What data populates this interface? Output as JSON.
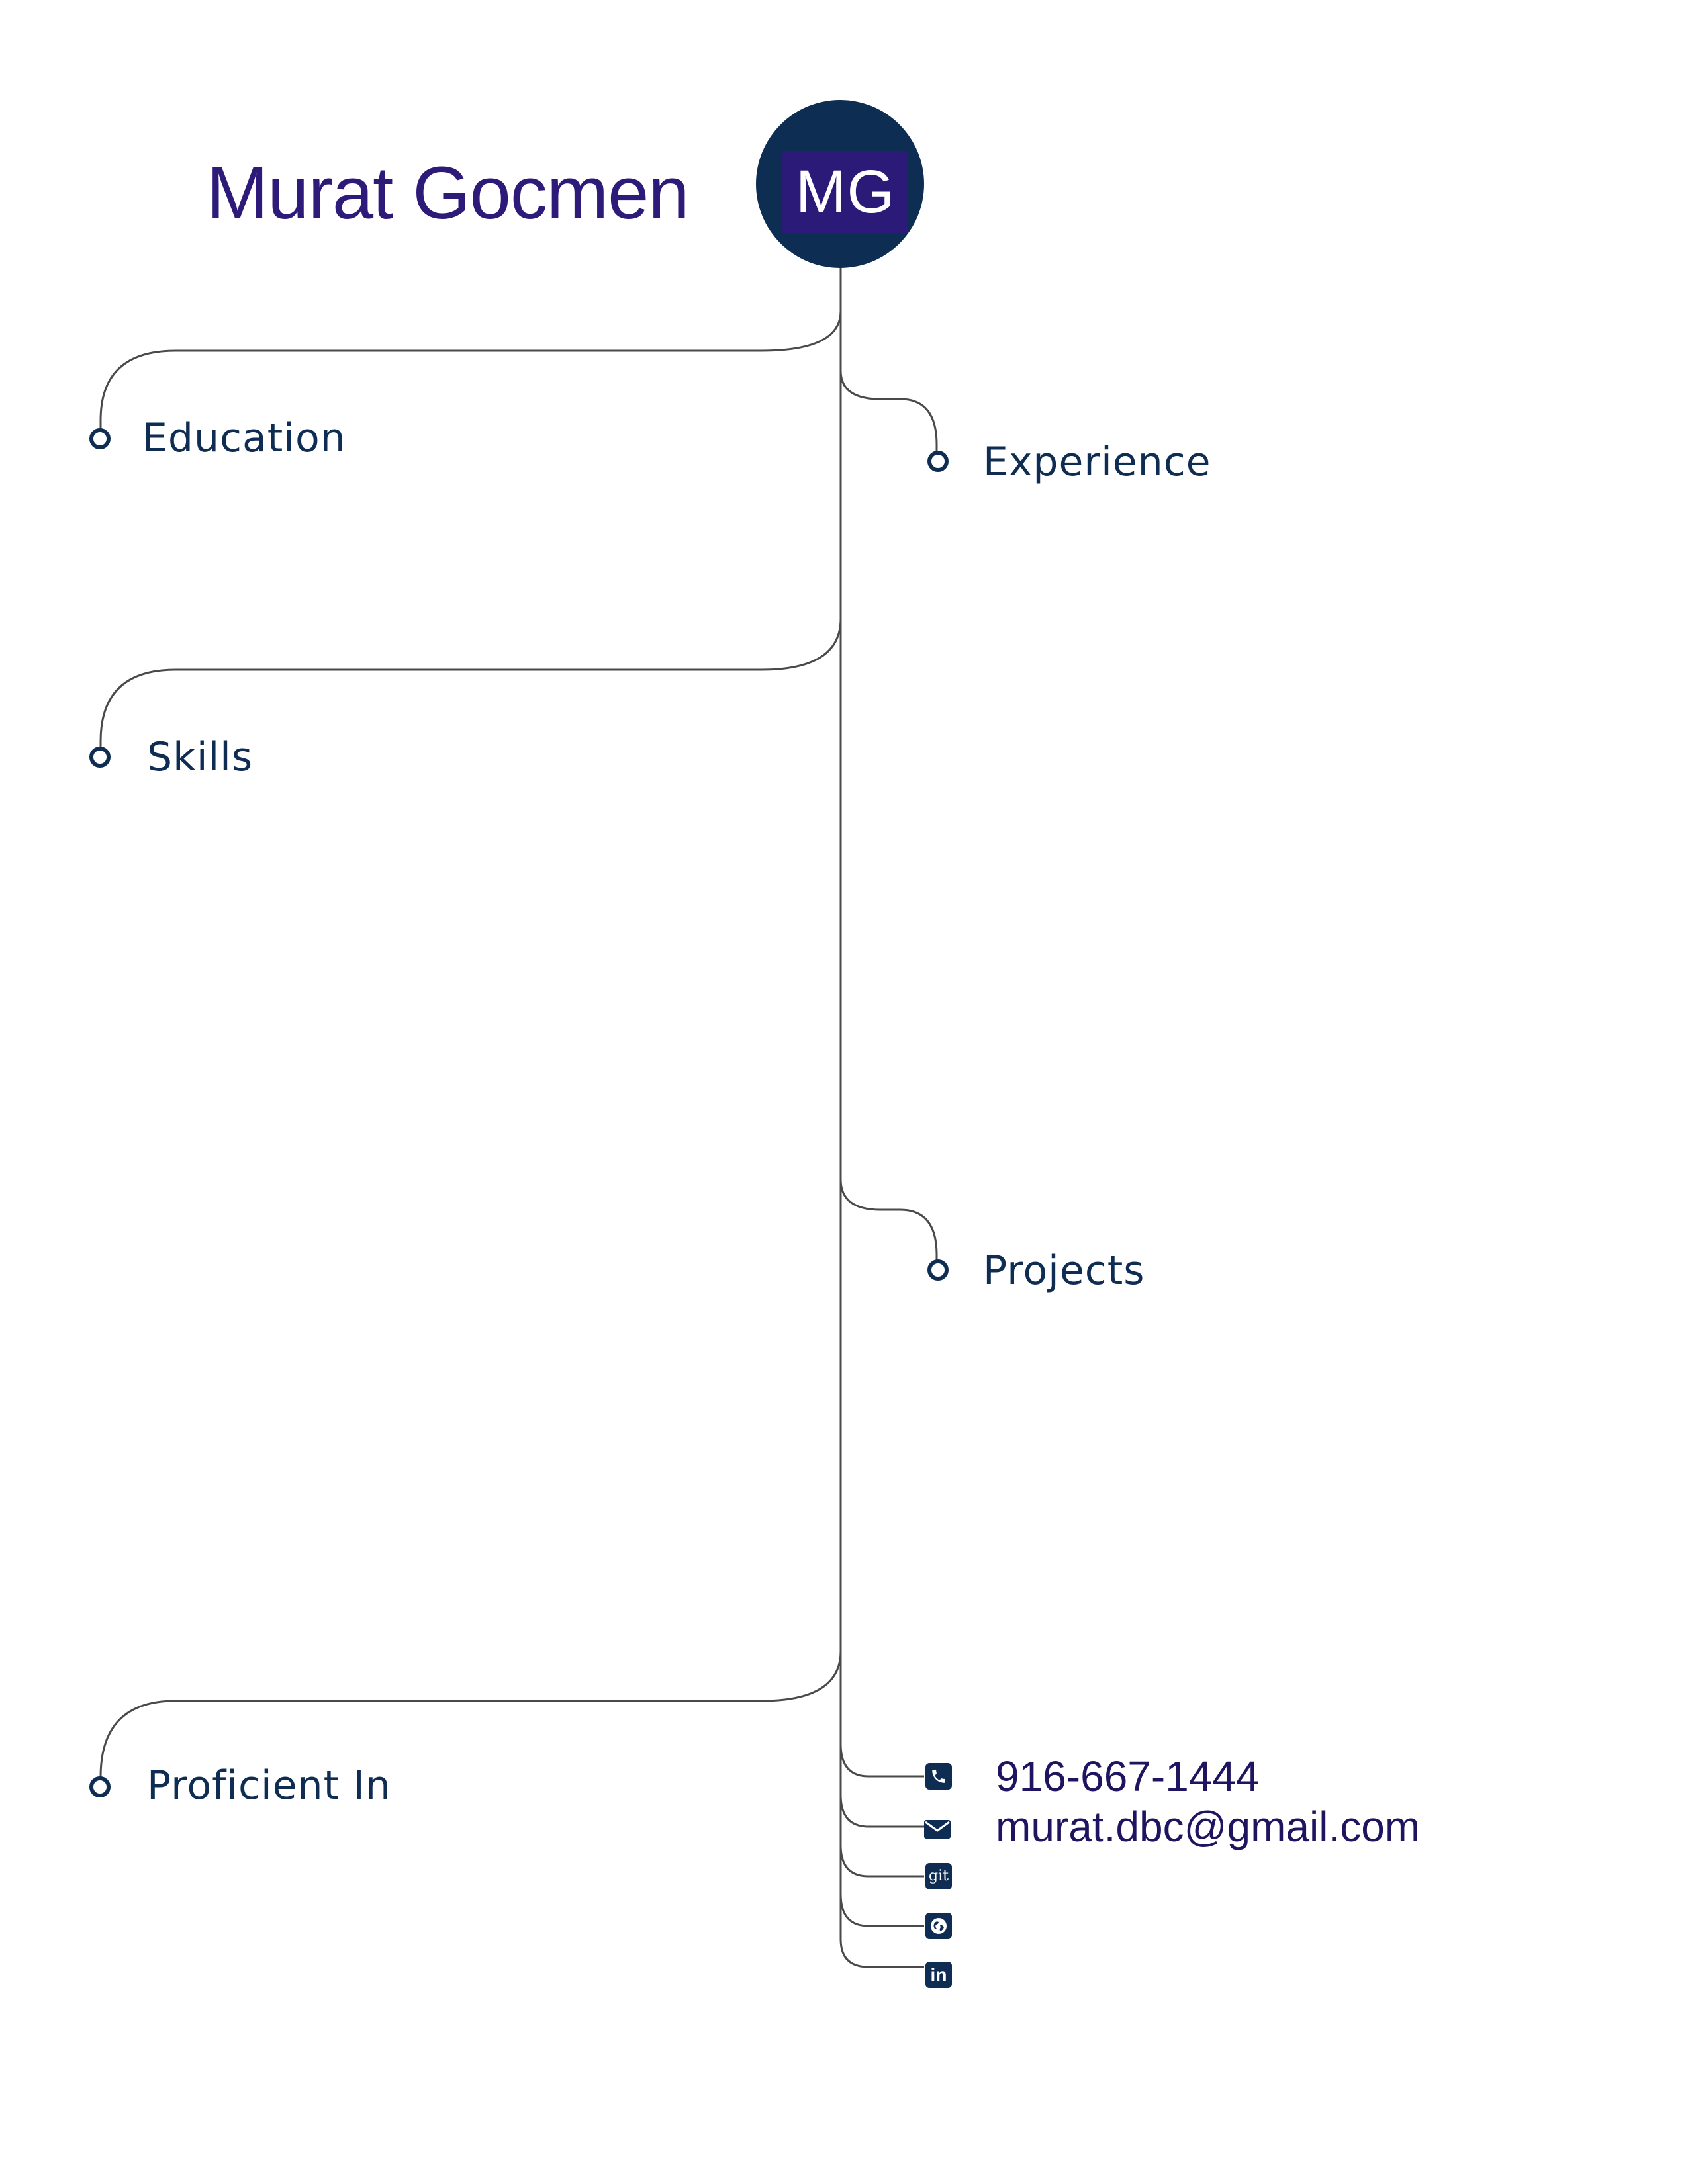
{
  "header": {
    "name": "Murat Gocmen",
    "initials": "MG"
  },
  "sections": {
    "education": "Education",
    "experience": "Experience",
    "skills": "Skills",
    "projects": "Projects",
    "proficient_in": "Proficient In"
  },
  "contact": {
    "phone": "916-667-1444",
    "email": "murat.dbc@gmail.com",
    "github_icon_text": "git",
    "linkedin_icon_text": "in"
  },
  "icons": {
    "phone": "phone-icon",
    "email": "envelope-icon",
    "github": "git-icon",
    "website": "globe-icon",
    "linkedin": "linkedin-icon"
  },
  "colors": {
    "name": "#2e1a78",
    "avatar_circle": "#0d2d52",
    "avatar_box": "#2b1a78",
    "section_text": "#0f2d52",
    "contact_text": "#1e1460",
    "connector_line": "#4a4a4a"
  }
}
